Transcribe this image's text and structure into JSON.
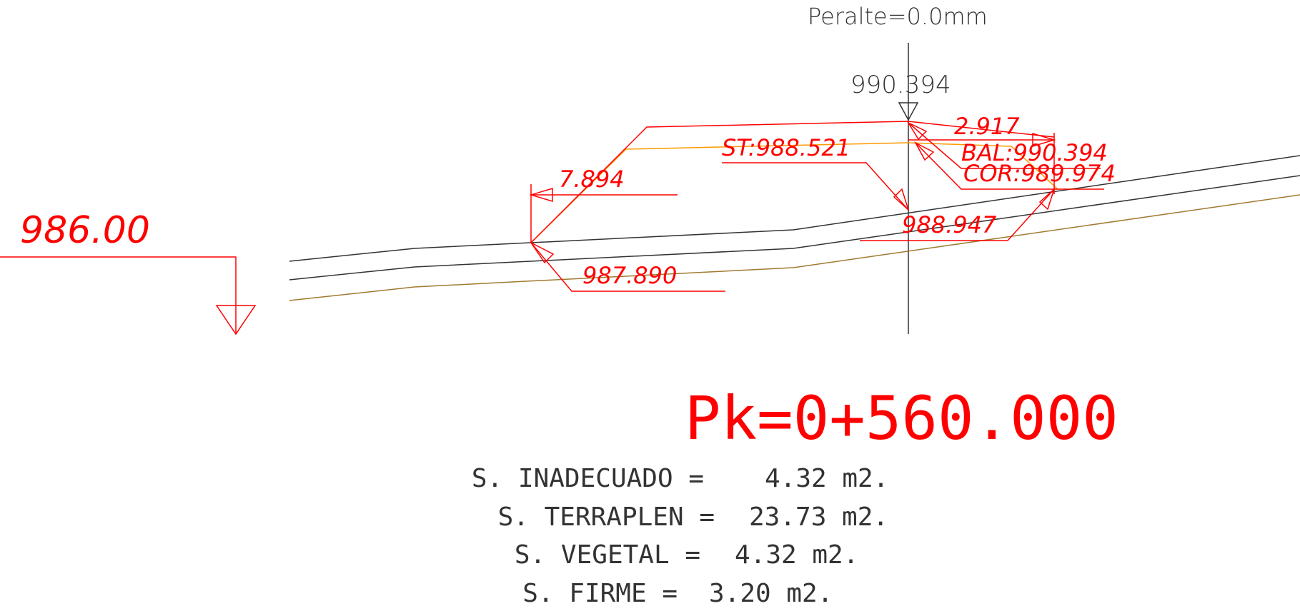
{
  "header": {
    "peralte": "Peralte=0.0mm"
  },
  "axis": {
    "elevation": "990.394"
  },
  "datum": {
    "reference_level": "986.00"
  },
  "dimensions": {
    "top_width": "2.917",
    "left_width": "7.894"
  },
  "levels": {
    "st": "ST:988.521",
    "bal": "BAL:990.394",
    "cor": "COR:989.974",
    "center_ground": "988.947",
    "left_ground": "987.890"
  },
  "station": {
    "pk": "Pk=0+560.000"
  },
  "summary": [
    {
      "label": "S. INADECUADO =",
      "value": "4.32 m2."
    },
    {
      "label": "S. TERRAPLEN =",
      "value": "23.73 m2."
    },
    {
      "label": "S. VEGETAL =",
      "value": "4.32 m2."
    },
    {
      "label": "S. FIRME =",
      "value": "3.20 m2."
    }
  ],
  "colors": {
    "annotation": "#ff0000",
    "terrain_line": "#333333",
    "subgrade_line": "#a07a30",
    "embankment_line": "#ff9900"
  }
}
